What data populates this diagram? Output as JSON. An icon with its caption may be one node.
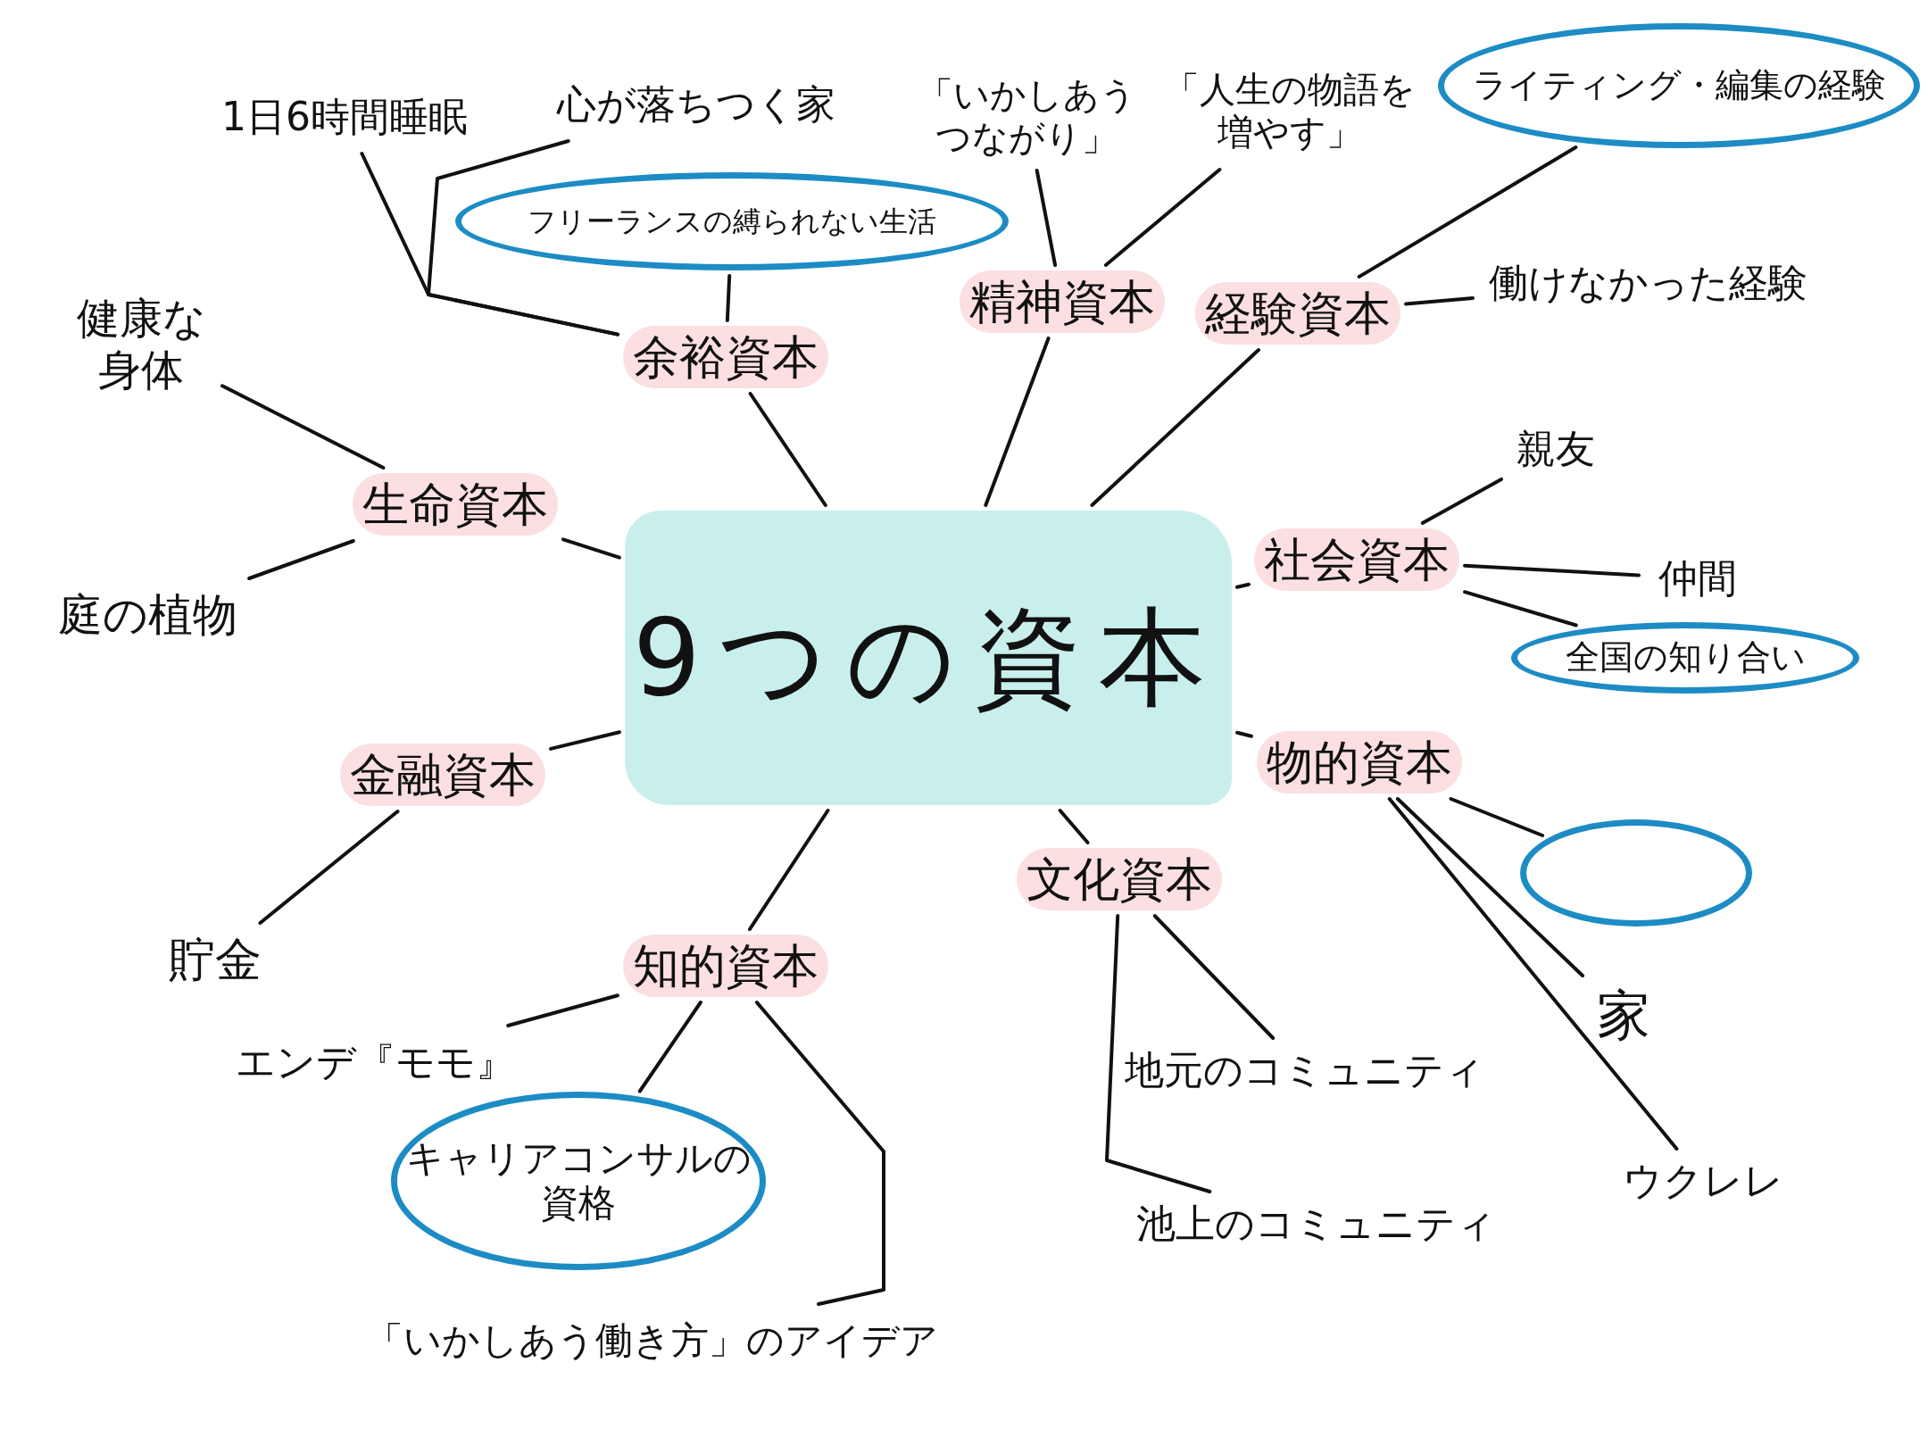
{
  "diagram": {
    "nodes": [
      {
        "text": [
          "9つの資本"
        ]
      },
      {
        "text": [
          "余裕資本"
        ]
      },
      {
        "text": [
          "1日6時間睡眠"
        ]
      },
      {
        "text": [
          "心が落ちつく家"
        ]
      },
      {
        "text": [
          "フリーランスの縛られない生活"
        ]
      },
      {
        "text": [
          "精神資本"
        ]
      },
      {
        "text": [
          "「いかしあうつながり」"
        ]
      },
      {
        "text": [
          "「人生の物語を増やす」"
        ]
      },
      {
        "text": [
          "経験資本"
        ]
      },
      {
        "text": [
          "ライティング・編集の経験"
        ]
      },
      {
        "text": [
          "働けなかった経験"
        ]
      },
      {
        "text": [
          "社会資本"
        ]
      },
      {
        "text": [
          "親友"
        ]
      },
      {
        "text": [
          "仲間"
        ]
      },
      {
        "text": [
          "全国の知り合い"
        ]
      },
      {
        "text": [
          "物的資本"
        ]
      },
      {
        "text": [],
        "shape": "circle"
      },
      {
        "text": [
          "家"
        ]
      },
      {
        "text": [
          "ウクレレ"
        ]
      },
      {
        "text": [
          "文化資本"
        ]
      },
      {
        "text": [
          "地元のコミュニティ"
        ]
      },
      {
        "text": [
          "池上のコミュニティ"
        ]
      },
      {
        "text": [
          "知的資本"
        ]
      },
      {
        "text": [
          "エンデ『モモ』"
        ]
      },
      {
        "text": [
          "キャリアコンサルの資格"
        ]
      },
      {
        "text": [
          "「いかしあう働き方」のアイデア"
        ]
      },
      {
        "text": [
          "金融資本"
        ]
      },
      {
        "text": [
          "貯金"
        ]
      },
      {
        "text": [
          "生命資本"
        ]
      },
      {
        "text": [
          "健康な身体"
        ]
      },
      {
        "text": [
          "庭の植物"
        ]
      }
    ],
    "edges": [
      {
        "from": 0,
        "to": 1,
        "arrow": "none"
      },
      {
        "from": 1,
        "to": 2,
        "arrow": "none"
      },
      {
        "from": 1,
        "to": 3,
        "arrow": "none"
      },
      {
        "from": 1,
        "to": 4,
        "arrow": "none"
      },
      {
        "from": 0,
        "to": 5,
        "arrow": "none"
      },
      {
        "from": 5,
        "to": 6,
        "arrow": "none"
      },
      {
        "from": 5,
        "to": 7,
        "arrow": "none"
      },
      {
        "from": 0,
        "to": 8,
        "arrow": "none"
      },
      {
        "from": 8,
        "to": 9,
        "arrow": "none"
      },
      {
        "from": 8,
        "to": 10,
        "arrow": "none"
      },
      {
        "from": 0,
        "to": 11,
        "arrow": "none"
      },
      {
        "from": 11,
        "to": 12,
        "arrow": "none"
      },
      {
        "from": 11,
        "to": 13,
        "arrow": "none"
      },
      {
        "from": 11,
        "to": 14,
        "arrow": "none"
      },
      {
        "from": 0,
        "to": 15,
        "arrow": "none"
      },
      {
        "from": 15,
        "to": 16,
        "arrow": "none"
      },
      {
        "from": 15,
        "to": 17,
        "arrow": "none"
      },
      {
        "from": 15,
        "to": 18,
        "arrow": "none"
      },
      {
        "from": 0,
        "to": 19,
        "arrow": "none"
      },
      {
        "from": 19,
        "to": 20,
        "arrow": "none"
      },
      {
        "from": 19,
        "to": 21,
        "arrow": "none"
      },
      {
        "from": 0,
        "to": 22,
        "arrow": "none"
      },
      {
        "from": 22,
        "to": 23,
        "arrow": "none"
      },
      {
        "from": 22,
        "to": 24,
        "arrow": "none"
      },
      {
        "from": 22,
        "to": 25,
        "arrow": "none"
      },
      {
        "from": 0,
        "to": 26,
        "arrow": "none"
      },
      {
        "from": 26,
        "to": 27,
        "arrow": "none"
      },
      {
        "from": 0,
        "to": 28,
        "arrow": "none"
      },
      {
        "from": 28,
        "to": 29,
        "arrow": "none"
      },
      {
        "from": 28,
        "to": 30,
        "arrow": "none"
      }
    ]
  }
}
